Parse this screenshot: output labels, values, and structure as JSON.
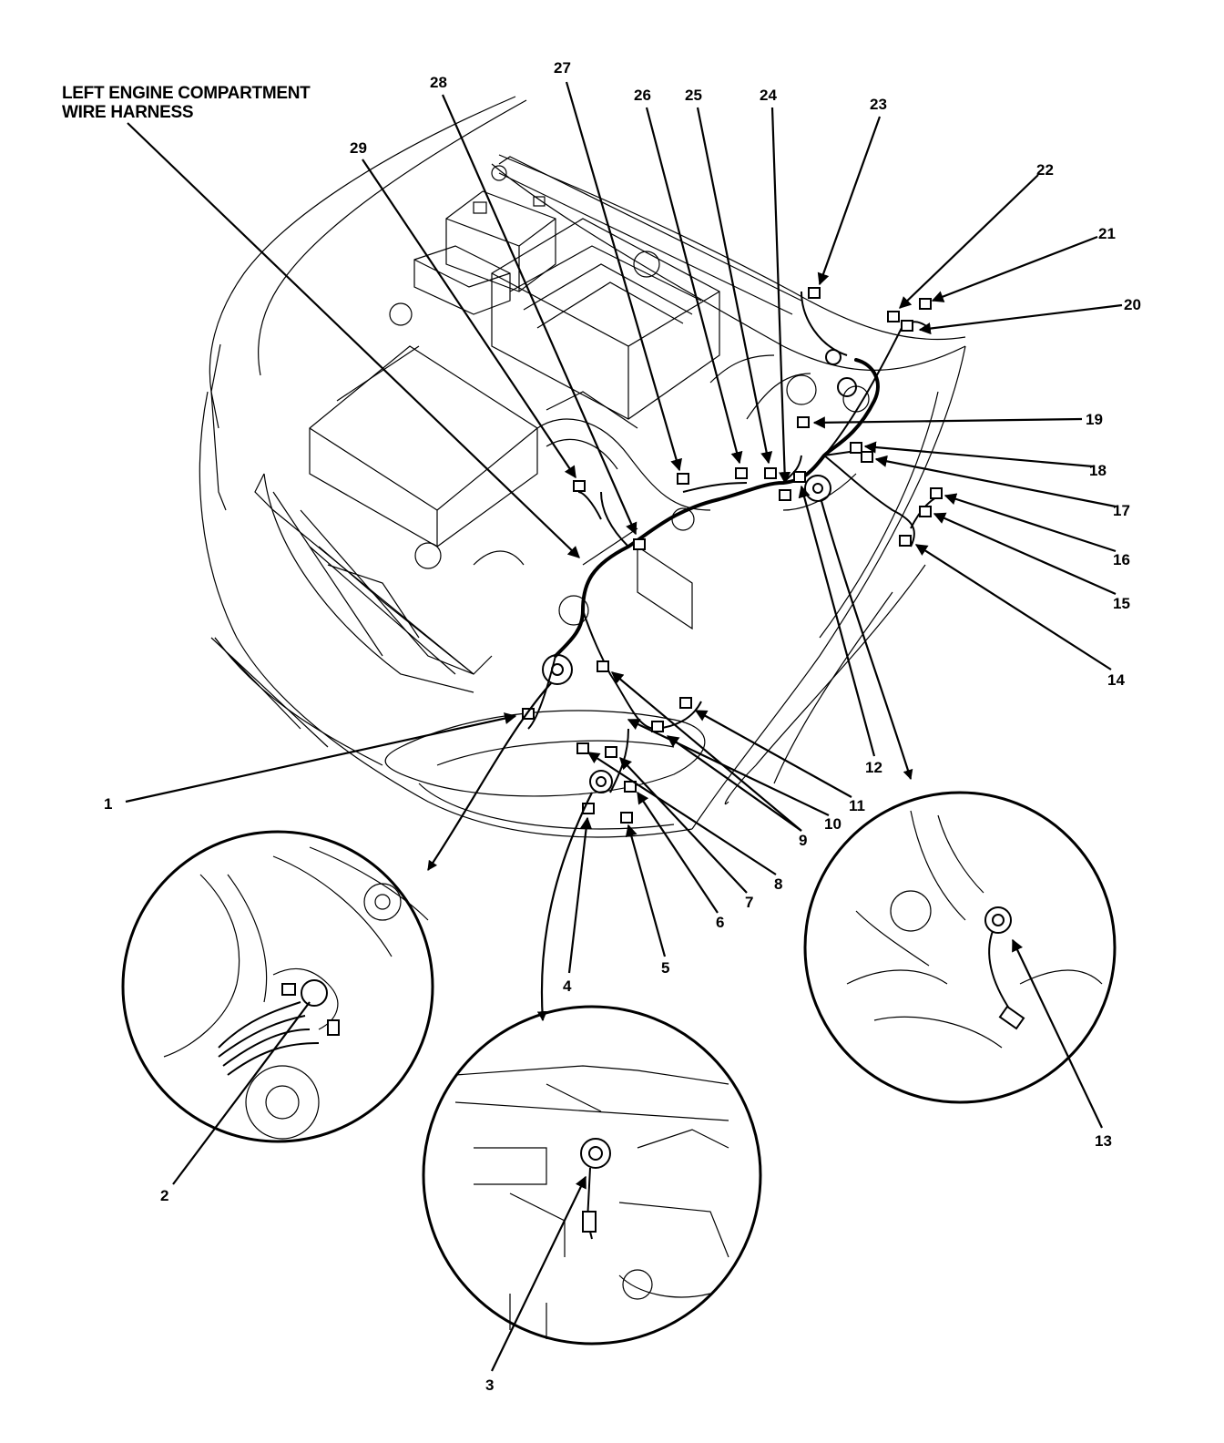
{
  "title": {
    "line1": "LEFT ENGINE COMPARTMENT",
    "line2": "WIRE HARNESS"
  },
  "callouts": [
    {
      "id": "1",
      "label": "1"
    },
    {
      "id": "2",
      "label": "2"
    },
    {
      "id": "3",
      "label": "3"
    },
    {
      "id": "4",
      "label": "4"
    },
    {
      "id": "5",
      "label": "5"
    },
    {
      "id": "6",
      "label": "6"
    },
    {
      "id": "7",
      "label": "7"
    },
    {
      "id": "8",
      "label": "8"
    },
    {
      "id": "9",
      "label": "9"
    },
    {
      "id": "10",
      "label": "10"
    },
    {
      "id": "11",
      "label": "11"
    },
    {
      "id": "12",
      "label": "12"
    },
    {
      "id": "13",
      "label": "13"
    },
    {
      "id": "14",
      "label": "14"
    },
    {
      "id": "15",
      "label": "15"
    },
    {
      "id": "16",
      "label": "16"
    },
    {
      "id": "17",
      "label": "17"
    },
    {
      "id": "18",
      "label": "18"
    },
    {
      "id": "19",
      "label": "19"
    },
    {
      "id": "20",
      "label": "20"
    },
    {
      "id": "21",
      "label": "21"
    },
    {
      "id": "22",
      "label": "22"
    },
    {
      "id": "23",
      "label": "23"
    },
    {
      "id": "24",
      "label": "24"
    },
    {
      "id": "25",
      "label": "25"
    },
    {
      "id": "26",
      "label": "26"
    },
    {
      "id": "27",
      "label": "27"
    },
    {
      "id": "28",
      "label": "28"
    },
    {
      "id": "29",
      "label": "29"
    }
  ],
  "detail_views": [
    {
      "name": "detail-view-left-ground"
    },
    {
      "name": "detail-view-bottom-ground"
    },
    {
      "name": "detail-view-right-ground"
    }
  ]
}
